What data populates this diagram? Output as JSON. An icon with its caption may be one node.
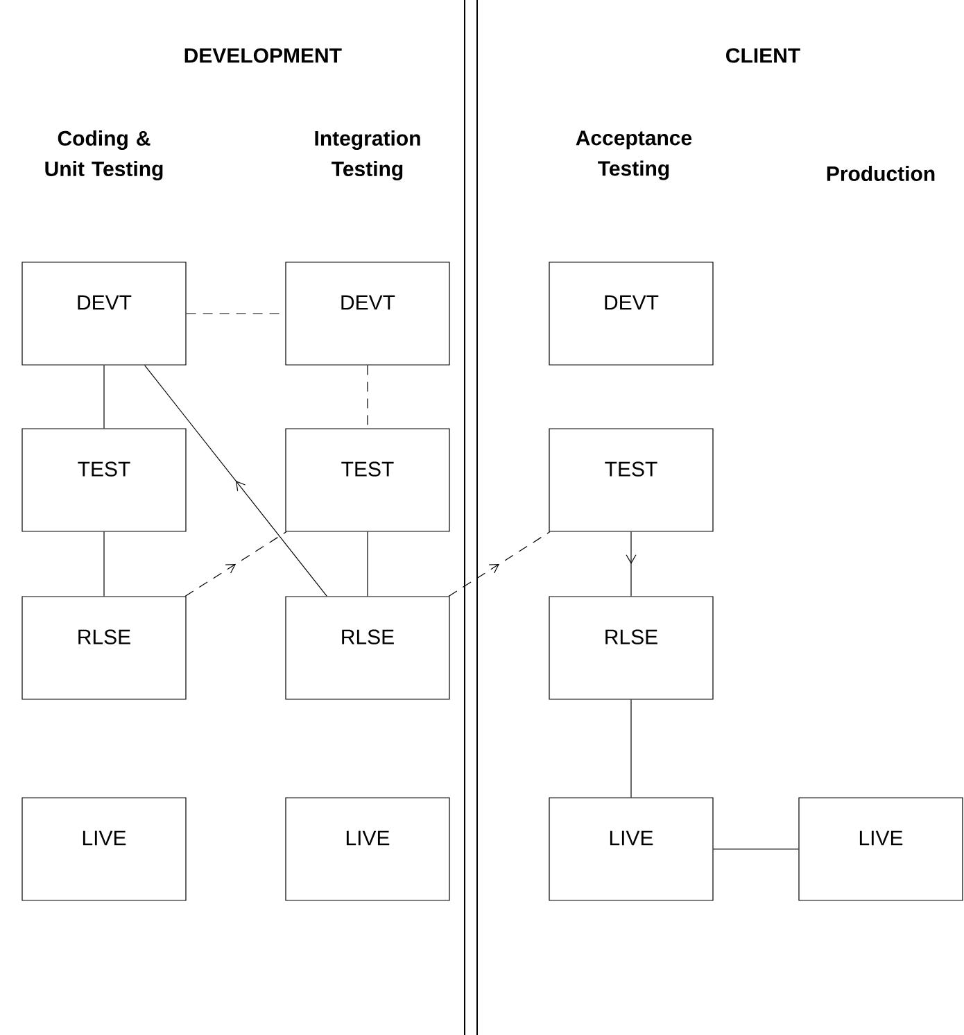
{
  "diagram": {
    "nodes": [
      {
        "text": [
          "DEVT"
        ]
      },
      {
        "text": [
          "TEST"
        ]
      },
      {
        "text": [
          "RLSE"
        ]
      },
      {
        "text": [
          "LIVE"
        ]
      },
      {
        "text": [
          "DEVT"
        ]
      },
      {
        "text": [
          "TEST"
        ]
      },
      {
        "text": [
          "RLSE"
        ]
      },
      {
        "text": [
          "LIVE"
        ]
      },
      {
        "text": [
          "DEVT"
        ]
      },
      {
        "text": [
          "TEST"
        ]
      },
      {
        "text": [
          "RLSE"
        ]
      },
      {
        "text": [
          "LIVE"
        ]
      },
      {
        "text": [
          "LIVE"
        ]
      }
    ],
    "edges": [
      {
        "from": 0,
        "to": 1,
        "arrow": "none"
      },
      {
        "from": 0,
        "to": 4,
        "arrow": "none",
        "style": "dashed"
      },
      {
        "from": 6,
        "to": 0,
        "arrow": "to"
      },
      {
        "from": 1,
        "to": 2,
        "arrow": "none"
      },
      {
        "from": 2,
        "to": 5,
        "arrow": "to",
        "style": "dashed"
      },
      {
        "from": 4,
        "to": 5,
        "arrow": "none",
        "style": "dashed"
      },
      {
        "from": 5,
        "to": 6,
        "arrow": "none"
      },
      {
        "from": 6,
        "to": 9,
        "arrow": "to",
        "style": "dashed"
      },
      {
        "from": 9,
        "to": 10,
        "arrow": "to"
      },
      {
        "from": 10,
        "to": 11,
        "arrow": "none"
      },
      {
        "from": 11,
        "to": 12,
        "arrow": "none"
      }
    ],
    "labels": [
      "DEVELOPMENT",
      "CLIENT",
      "Coding & Unit Testing",
      "Integration Testing",
      "Acceptance Testing",
      "Production"
    ]
  }
}
